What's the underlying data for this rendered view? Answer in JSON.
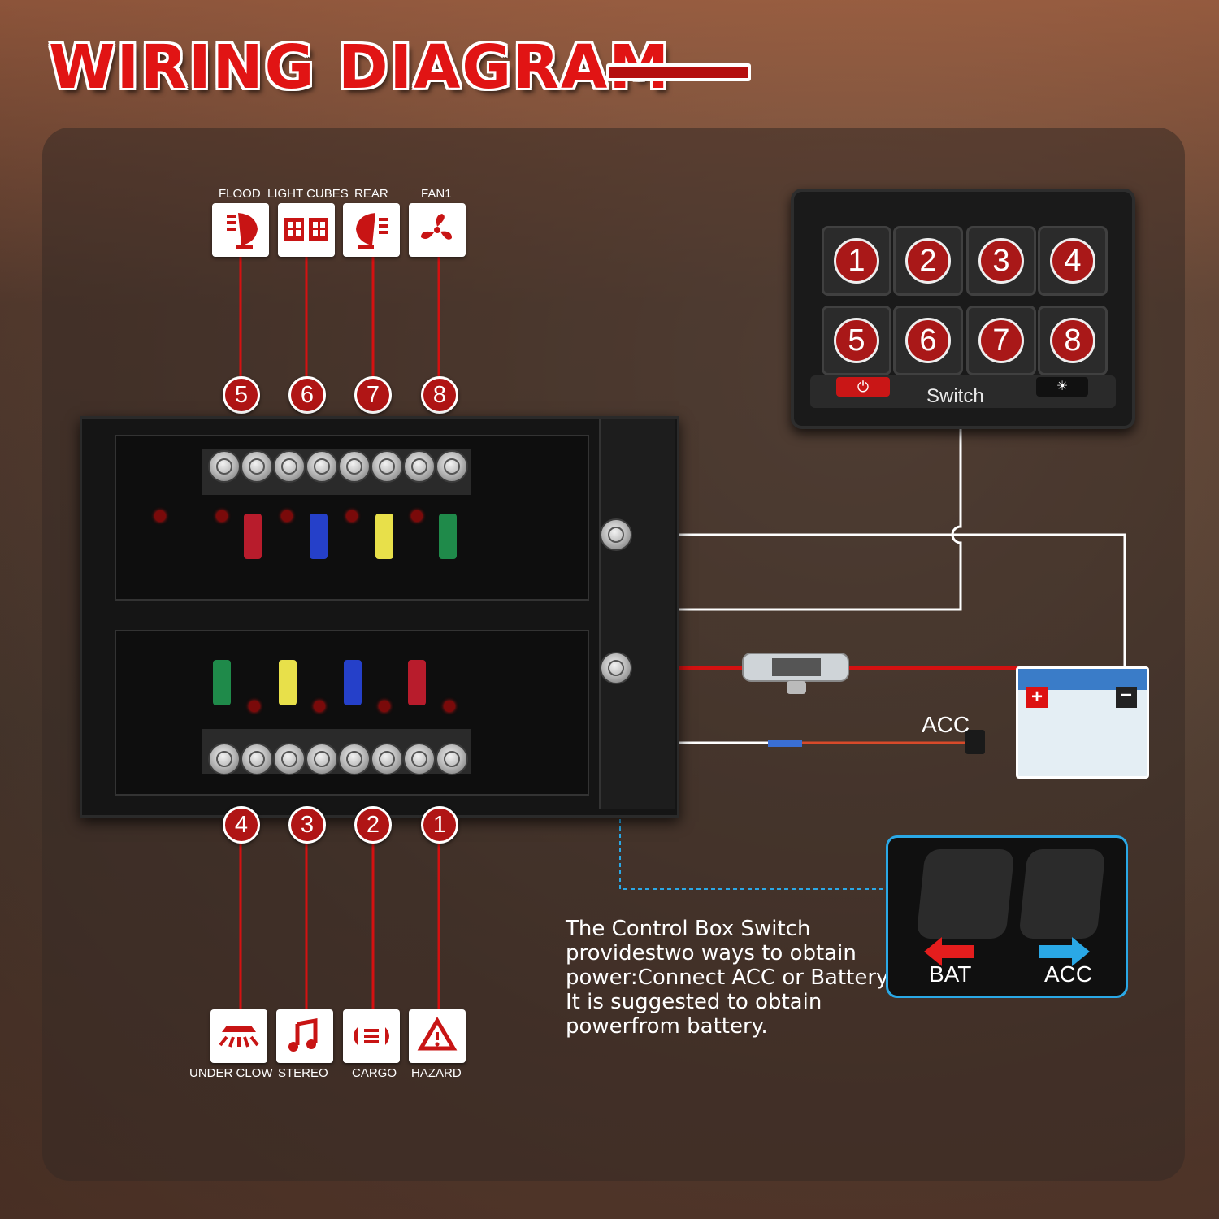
{
  "title": "WIRING DIAGRAM",
  "switch_panel": {
    "buttons": [
      "1",
      "2",
      "3",
      "4",
      "5",
      "6",
      "7",
      "8"
    ],
    "label": "Switch"
  },
  "top_outputs": [
    {
      "number": "5",
      "label": "FLOOD",
      "icon": "flood-light-icon"
    },
    {
      "number": "6",
      "label": "LIGHT CUBES",
      "icon": "light-cubes-icon"
    },
    {
      "number": "7",
      "label": "REAR",
      "icon": "rear-light-icon"
    },
    {
      "number": "8",
      "label": "FAN1",
      "icon": "fan-icon"
    }
  ],
  "bottom_outputs": [
    {
      "number": "4",
      "label": "UNDER CLOW",
      "icon": "under-glow-icon"
    },
    {
      "number": "3",
      "label": "STEREO",
      "icon": "stereo-icon"
    },
    {
      "number": "2",
      "label": "CARGO",
      "icon": "cargo-light-icon"
    },
    {
      "number": "1",
      "label": "HAZARD",
      "icon": "hazard-icon"
    }
  ],
  "acc_label": "ACC",
  "description": [
    "The Control Box Switch",
    "providestwo ways to obtain",
    "power:Connect ACC or Battery.",
    "It is suggested to obtain",
    "powerfrom battery."
  ],
  "power_selector": {
    "left": "BAT",
    "right": "ACC"
  },
  "colors": {
    "accent": "#b01515",
    "title": "#e11414",
    "highlight": "#2aa8e6",
    "wire_red": "#d41111",
    "wire_white": "#ffffff"
  }
}
